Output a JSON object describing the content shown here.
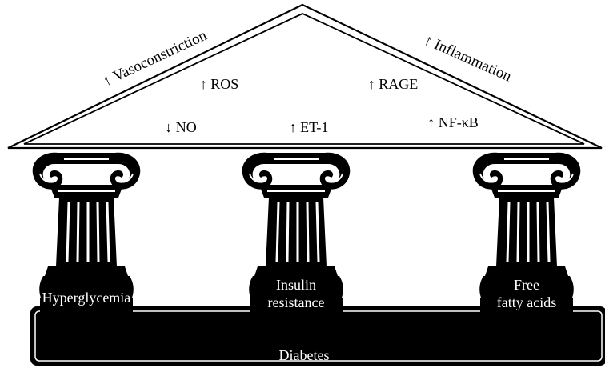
{
  "roof": {
    "left_slope_label": "↑ Vasoconstriction",
    "right_slope_label": "↑ Inflammation",
    "inner_labels": {
      "ros": "↑ ROS",
      "rage": "↑ RAGE",
      "no": "↓ NO",
      "et1": "↑ ET-1",
      "nfkb": "↑ NF-κB"
    }
  },
  "pillars": [
    {
      "label_lines": [
        "Hyperglycemia"
      ]
    },
    {
      "label_lines": [
        "Insulin",
        "resistance"
      ]
    },
    {
      "label_lines": [
        "Free",
        "fatty acids"
      ]
    }
  ],
  "base": {
    "label": "Diabetes"
  },
  "colors": {
    "ink": "#000000",
    "paper": "#ffffff"
  }
}
